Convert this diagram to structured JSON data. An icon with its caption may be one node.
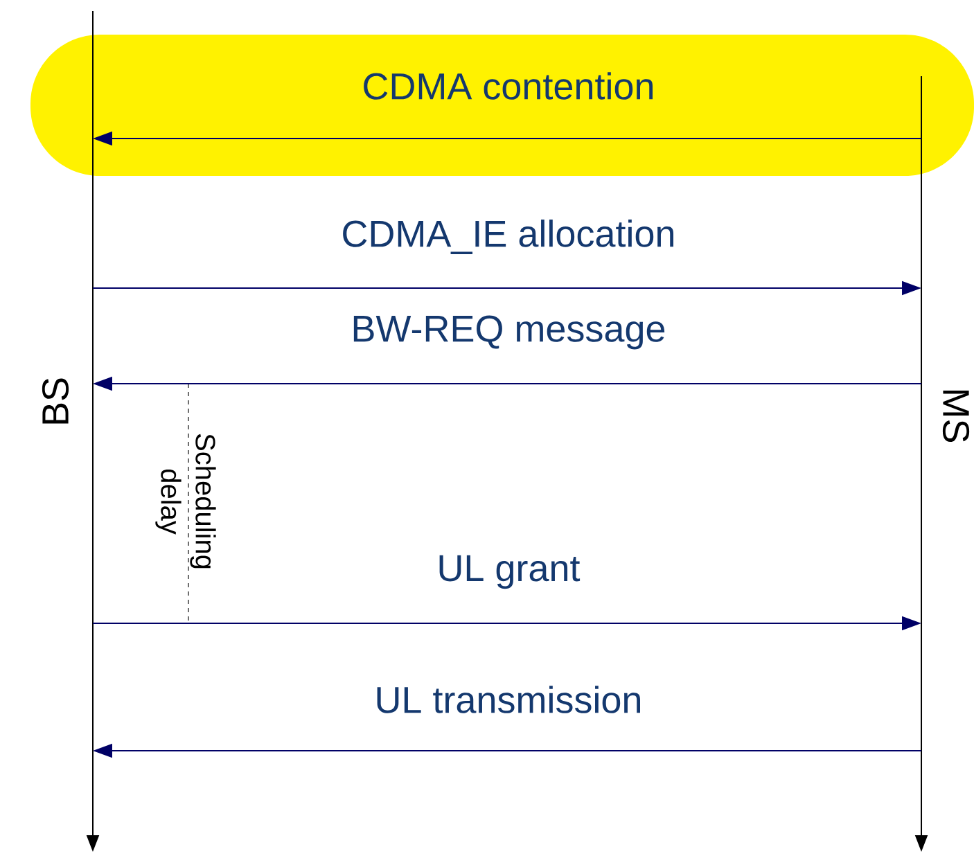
{
  "diagram": {
    "nodes": [
      {
        "text": [
          "BS"
        ]
      },
      {
        "text": [
          "MS"
        ]
      }
    ],
    "edges": [
      {
        "from": 1,
        "to": 0,
        "arrow": "to",
        "label": "CDMA contention"
      },
      {
        "from": 0,
        "to": 1,
        "arrow": "to",
        "label": "CDMA_IE allocation"
      },
      {
        "from": 1,
        "to": 0,
        "arrow": "to",
        "label": "BW-REQ message"
      },
      {
        "from": 0,
        "to": 1,
        "arrow": "to",
        "label": "UL grant"
      },
      {
        "from": 1,
        "to": 0,
        "arrow": "to",
        "label": "UL transmission"
      }
    ],
    "labels": [
      "Scheduling delay"
    ]
  }
}
